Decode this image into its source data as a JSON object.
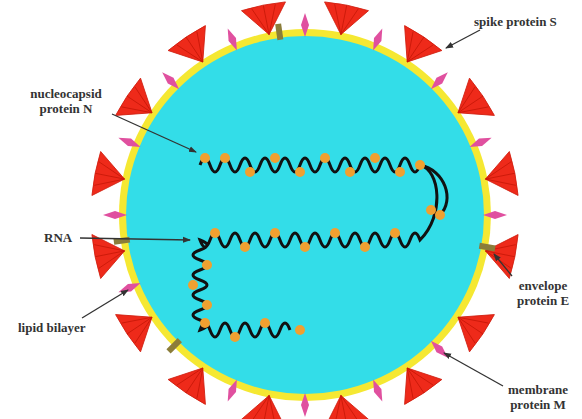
{
  "diagram": {
    "labels": [
      "spike protein S",
      "nucleocapsid protein N",
      "RNA",
      "envelope protein E",
      "lipid bilayer",
      "membrane protein M"
    ]
  }
}
